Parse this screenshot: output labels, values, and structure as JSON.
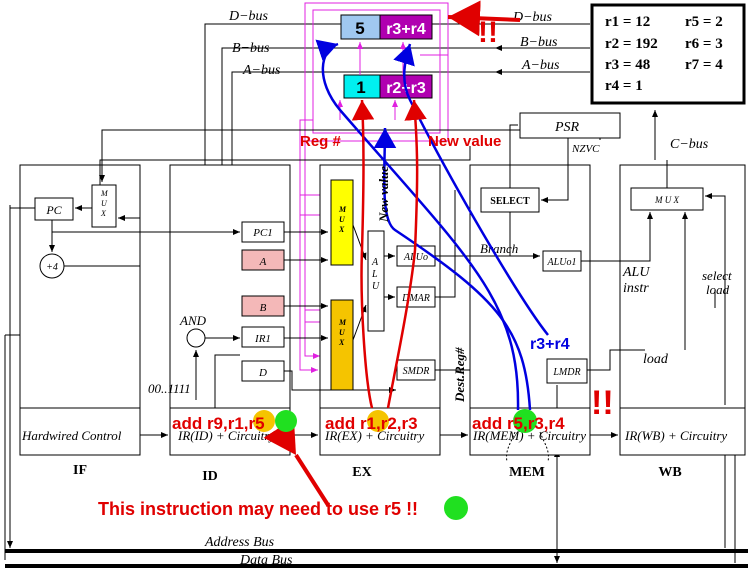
{
  "colors": {
    "red": "#e00000",
    "blue": "#0000e0",
    "magenta": "#e020e0",
    "yellow": "#ffff00",
    "orange": "#f5c400",
    "pink": "#f4b8b8",
    "cyan": "#00f0f0",
    "lightblue": "#a0c8f0",
    "purple": "#b000b0",
    "green": "#20e020"
  },
  "buses": {
    "d": "D−bus",
    "b": "B−bus",
    "a": "A−bus",
    "c": "C−bus",
    "address": "Address Bus",
    "data": "Data Bus"
  },
  "register_file": {
    "values": [
      "r1 = 12",
      "r2 = 192",
      "r3 = 48",
      "r4 = 1",
      "r5 = 2",
      "r6 = 3",
      "r7 = 4"
    ]
  },
  "reg_display": {
    "top_num": "5",
    "top_val": "r3+r4",
    "bottom_num": "1",
    "bottom_val": "r2+r3"
  },
  "boxes": {
    "pc": "PC",
    "plus4": "+4",
    "mux": "M\nU\nX",
    "pc1": "PC1",
    "a": "A",
    "b": "B",
    "ir1": "IR1",
    "d": "D",
    "and": "AND",
    "alu": "A\nL\nU",
    "aluo": "ALUo",
    "dmar": "DMAR",
    "smdr": "SMDR",
    "select": "SELECT",
    "psr": "PSR",
    "nzvc": "NZVC",
    "aluo1": "ALUo1",
    "lmdr": "LMDR",
    "wb_mux": "M U X",
    "const": "00..1111"
  },
  "stages": {
    "if_box": "Hardwired Control",
    "id_box": "IR(ID) + Circuitry",
    "ex_box": "IR(EX) + Circuitry",
    "mem_box": "IR(MEM) + Circuitry",
    "wb_box": "IR(WB) + Circuitry",
    "if": "IF",
    "id": "ID",
    "ex": "EX",
    "mem": "MEM",
    "wb": "WB"
  },
  "labels": {
    "branch": "Branch",
    "alu_instr_1": "ALU",
    "alu_instr_2": "instr",
    "select_load_1": "select",
    "select_load_2": "load",
    "load": "load"
  },
  "annotations": {
    "reg_num": "Reg #",
    "new_value": "New value",
    "new_value_vertical": "New value",
    "dest_reg": "Dest.Reg#",
    "r3r4": "r3+r4",
    "instr_id": "add r9,r1,r5",
    "instr_ex": "add r1,r2,r3",
    "instr_mem": "add r5,r3,r4",
    "note": "This instruction may need to use r5 !!",
    "bang_top": "!!",
    "bang_mid": "!!"
  }
}
